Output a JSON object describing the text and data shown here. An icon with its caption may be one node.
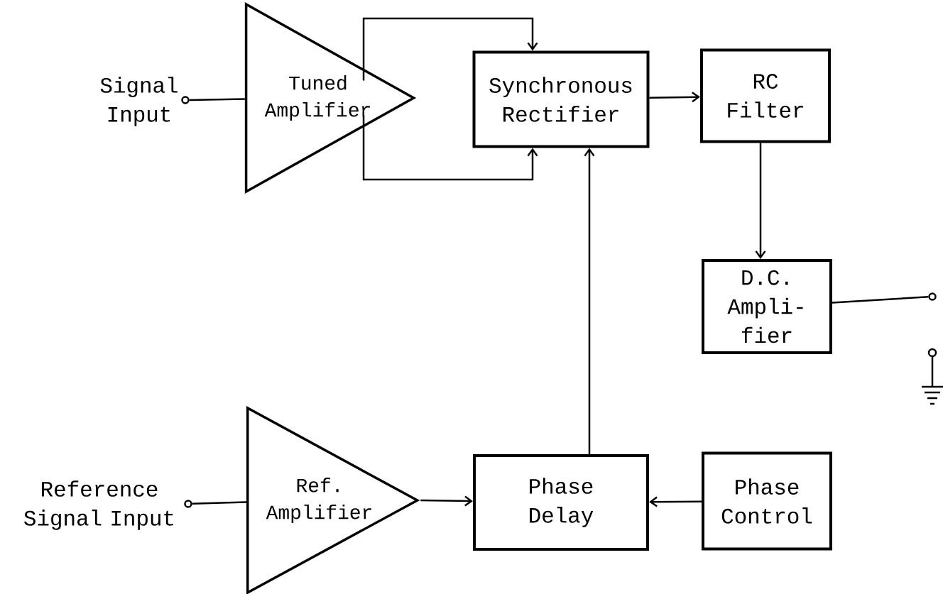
{
  "diagram": {
    "nodes": [
      {
        "text": [],
        "shape": "circle",
        "beside": [
          "Signal Input"
        ]
      },
      {
        "text": [
          "Tuned Amplifier"
        ]
      },
      {
        "text": [
          "Synchronous Rectifier"
        ]
      },
      {
        "text": [
          "RC Filter"
        ]
      },
      {
        "text": [
          "D.C. Ampli- fier"
        ]
      },
      {
        "text": [],
        "shape": "circle"
      },
      {
        "text": [],
        "shape": "circle",
        "beside": [
          "Reference Signal Input"
        ]
      },
      {
        "text": [
          "Ref. Amplifier"
        ]
      },
      {
        "text": [
          "Phase Delay"
        ]
      },
      {
        "text": [
          "Phase Control"
        ]
      }
    ],
    "edges": [
      {
        "from": 0,
        "to": 1,
        "arrow": "none"
      },
      {
        "from": 1,
        "to": 2,
        "arrow": "to"
      },
      {
        "from": 1,
        "to": 2,
        "arrow": "to"
      },
      {
        "from": 2,
        "to": 3,
        "arrow": "to"
      },
      {
        "from": 3,
        "to": 4,
        "arrow": "to"
      },
      {
        "from": 4,
        "to": 5,
        "arrow": "none"
      },
      {
        "from": 6,
        "to": 7,
        "arrow": "none"
      },
      {
        "from": 7,
        "to": 8,
        "arrow": "to"
      },
      {
        "from": 9,
        "to": 8,
        "arrow": "to"
      },
      {
        "from": 8,
        "to": 2,
        "arrow": "to"
      }
    ]
  }
}
